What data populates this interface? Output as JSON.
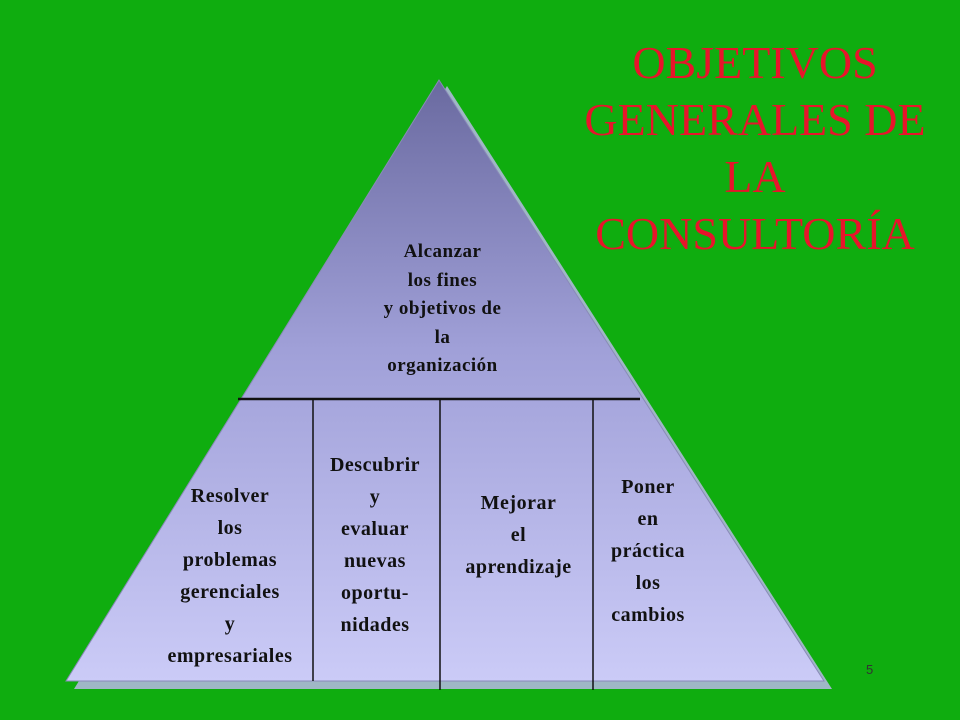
{
  "title": "OBJETIVOS\nGENERALES DE\nLA\nCONSULTORÍA",
  "pyramid": {
    "top": "Alcanzar\nlos fines\ny objetivos de\nla\norganización",
    "sections": [
      "Resolver\nlos\nproblemas\ngerenciales\ny\nempresariales",
      "Descubrir\ny\nevaluar\nnuevas\noportu-\nnidades",
      "Mejorar\nel\naprendizaje",
      "Poner\nen\npráctica\nlos\ncambios"
    ]
  },
  "page_number": "5",
  "colors": {
    "background": "#0fad0f",
    "title": "#e8142b",
    "pyramid_top": "#6a6aa0",
    "pyramid_bottom": "#c8c8f5"
  }
}
